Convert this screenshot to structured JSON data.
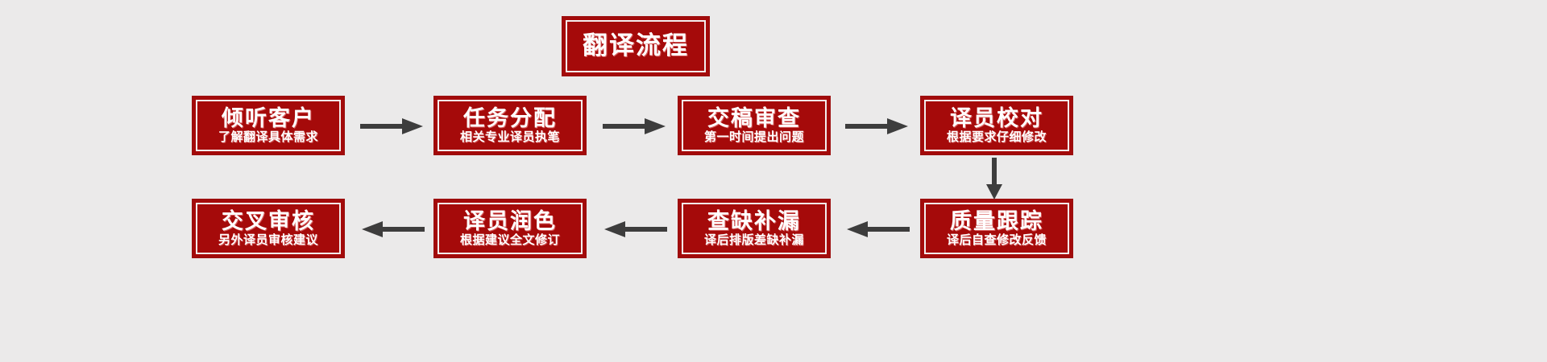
{
  "diagram": {
    "title": "翻译流程",
    "background_color": "#ebeaea",
    "box_fill_color": "#a50a0a",
    "box_border_color": "#f3eeee",
    "arrow_color": "#3d3d3d",
    "text_color": "#ffffff",
    "nodes": [
      {
        "id": "listen-client",
        "title": "倾听客户",
        "subtitle": "了解翻译具体需求"
      },
      {
        "id": "task-assignment",
        "title": "任务分配",
        "subtitle": "相关专业译员执笔"
      },
      {
        "id": "submission-review",
        "title": "交稿审查",
        "subtitle": "第一时间提出问题"
      },
      {
        "id": "translator-proof",
        "title": "译员校对",
        "subtitle": "根据要求仔细修改"
      },
      {
        "id": "quality-tracking",
        "title": "质量跟踪",
        "subtitle": "译后自查修改反馈"
      },
      {
        "id": "gap-filling",
        "title": "查缺补漏",
        "subtitle": "译后排版差缺补漏"
      },
      {
        "id": "translator-polish",
        "title": "译员润色",
        "subtitle": "根据建议全文修订"
      },
      {
        "id": "cross-review",
        "title": "交叉审核",
        "subtitle": "另外译员审核建议"
      }
    ],
    "arrows": [
      {
        "id": "arrow-listen-to-task",
        "direction": "right"
      },
      {
        "id": "arrow-task-to-review",
        "direction": "right"
      },
      {
        "id": "arrow-review-to-proof",
        "direction": "right"
      },
      {
        "id": "arrow-proof-to-quality",
        "direction": "down"
      },
      {
        "id": "arrow-quality-to-gap",
        "direction": "left"
      },
      {
        "id": "arrow-gap-to-polish",
        "direction": "left"
      },
      {
        "id": "arrow-polish-to-cross",
        "direction": "left"
      }
    ]
  }
}
